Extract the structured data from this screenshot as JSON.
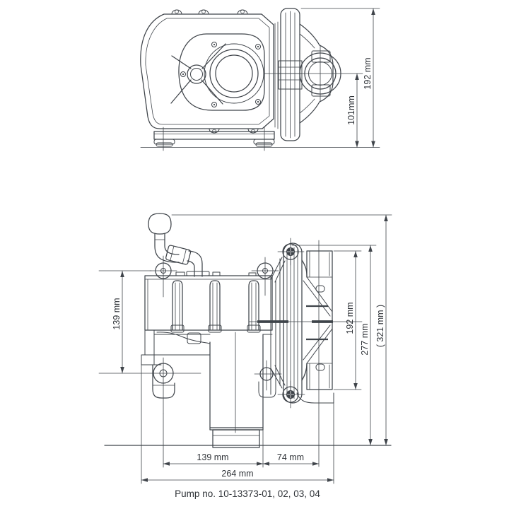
{
  "colors": {
    "background": "#ffffff",
    "line": "#3f444a",
    "text": "#2e3237"
  },
  "caption": "Pump no. 10-13373-01, 02, 03, 04",
  "top_view": {
    "dimensions": {
      "overall_height": "192 mm",
      "port_center_height": "101mm"
    }
  },
  "side_view": {
    "dimensions": {
      "mount_height": "139 mm",
      "port_span": "192 mm",
      "body_height": "277 mm",
      "overall_height": "( 321 mm )",
      "foot_spacing": "139 mm",
      "outlet_to_port": "74 mm",
      "overall_length": "264 mm"
    }
  }
}
